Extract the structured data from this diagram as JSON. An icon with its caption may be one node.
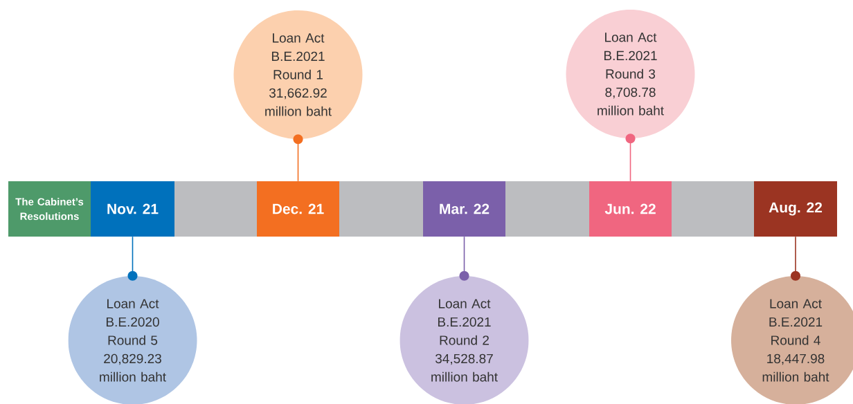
{
  "diagram": {
    "nodes": [
      {
        "text": [
          "The Cabinet’s Resolutions"
        ]
      },
      {
        "text": [
          "Nov. 21"
        ]
      },
      {
        "text": [
          "Dec. 21"
        ]
      },
      {
        "text": [
          "Mar. 22"
        ]
      },
      {
        "text": [
          "Jun. 22"
        ]
      },
      {
        "text": [
          "Aug. 22"
        ]
      },
      {
        "text": [
          "Loan Act B.E.2020 Round 5 20,829.23 million baht"
        ]
      },
      {
        "text": [
          "Loan Act B.E.2021 Round 1 31,662.92 million baht"
        ]
      },
      {
        "text": [
          "Loan Act B.E.2021 Round 2 34,528.87 million baht"
        ]
      },
      {
        "text": [
          "Loan Act B.E.2021 Round 3 8,708.78 million baht"
        ]
      },
      {
        "text": [
          "Loan Act B.E.2021 Round 4 18,447.98 million baht"
        ]
      },
      {
        "text": [],
        "shape": "bar"
      },
      {
        "text": [],
        "shape": "bar"
      },
      {
        "text": [],
        "shape": "bar"
      },
      {
        "text": [],
        "shape": "bar"
      }
    ],
    "edges": [
      {
        "from": 1,
        "to": 6,
        "arrow": "other",
        "color": "#0071bc"
      },
      {
        "from": 2,
        "to": 7,
        "arrow": "other",
        "color": "#f36f21"
      },
      {
        "from": 3,
        "to": 8,
        "arrow": "other",
        "color": "#7b60aa"
      },
      {
        "from": 4,
        "to": 9,
        "arrow": "other",
        "color": "#f06680"
      },
      {
        "from": 5,
        "to": 10,
        "arrow": "other",
        "color": "#9b3422"
      }
    ]
  }
}
